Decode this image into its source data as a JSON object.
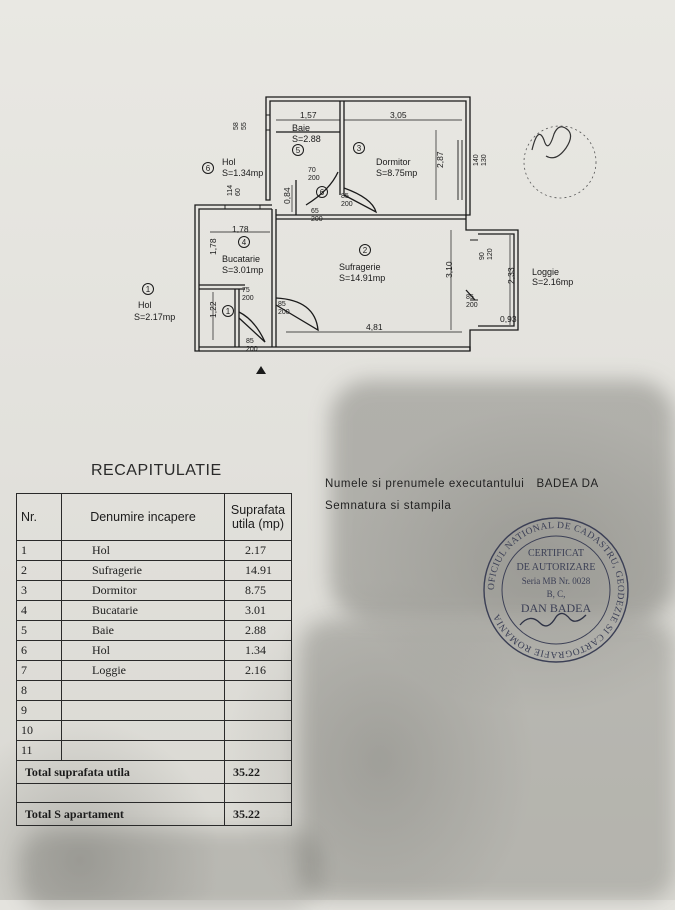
{
  "plan": {
    "rooms": [
      {
        "num": "1",
        "name": "Hol",
        "area": "S=2.17mp"
      },
      {
        "num": "2",
        "name": "Sufragerie",
        "area": "S=14.91mp"
      },
      {
        "num": "3",
        "name": "Dormitor",
        "area": "S=8.75mp"
      },
      {
        "num": "4",
        "name": "Bucatarie",
        "area": "S=3.01mp"
      },
      {
        "num": "5",
        "name": "Baie",
        "area": "S=2.88"
      },
      {
        "num": "6",
        "name": "Hol",
        "area": "S=1.34mp"
      },
      {
        "name": "Loggie",
        "area": "S=2.16mp"
      }
    ],
    "dimensions": {
      "d157": "1,57",
      "d305": "3,05",
      "d287": "2,87",
      "d178h": "1,78",
      "d178v": "1,78",
      "d084": "0,84",
      "d122": "1,22",
      "d310": "3,10",
      "d233": "2,33",
      "d093": "0,93",
      "d481": "4,81"
    },
    "doors": {
      "dr_70_200": "70\n200",
      "dr_85_200_a": "85\n200",
      "dr_65_200": "65\n200",
      "dr_75_200": "75\n200",
      "dr_85_200_b": "85\n200",
      "dr_85_200_c": "85\n200",
      "dr_85_200_d": "85\n200",
      "win_140_130": "140\n130",
      "win_114_60": "114\n60",
      "win_58_55": "58\n55",
      "win_90_120": "90\n120"
    }
  },
  "recap": {
    "title": "RECAPITULATIE",
    "headers": {
      "nr": "Nr.",
      "name": "Denumire incapere",
      "area": "Suprafata utila (mp)"
    },
    "rows": [
      {
        "nr": "1",
        "name": "Hol",
        "area": "2.17"
      },
      {
        "nr": "2",
        "name": "Sufragerie",
        "area": "14.91"
      },
      {
        "nr": "3",
        "name": "Dormitor",
        "area": "8.75"
      },
      {
        "nr": "4",
        "name": "Bucatarie",
        "area": "3.01"
      },
      {
        "nr": "5",
        "name": "Baie",
        "area": "2.88"
      },
      {
        "nr": "6",
        "name": "Hol",
        "area": "1.34"
      },
      {
        "nr": "7",
        "name": "Loggie",
        "area": "2.16"
      },
      {
        "nr": "8",
        "name": "",
        "area": ""
      },
      {
        "nr": "9",
        "name": "",
        "area": ""
      },
      {
        "nr": "10",
        "name": "",
        "area": ""
      },
      {
        "nr": "11",
        "name": "",
        "area": ""
      }
    ],
    "total_util_label": "Total suprafata utila",
    "total_util_value": "35.22",
    "total_apt_label": "Total S apartament",
    "total_apt_value": "35.22"
  },
  "executant": {
    "label": "Numele si prenumele executantului",
    "name": "BADEA DA",
    "signature_label": "Semnatura si stampila"
  },
  "stamp": {
    "ring_text": "OFICIUL NATIONAL DE CADASTRU, GEODEZIE SI CARTOGRAFIE ROMANIA",
    "line1": "CERTIFICAT",
    "line2": "DE AUTORIZARE",
    "line3": "Seria MB Nr. 0028",
    "line4": "B, C,",
    "line5": "DAN BADEA"
  },
  "colors": {
    "ink": "#1a1a1a",
    "stamp": "#3b3f55",
    "paper": "#e4e3de"
  }
}
